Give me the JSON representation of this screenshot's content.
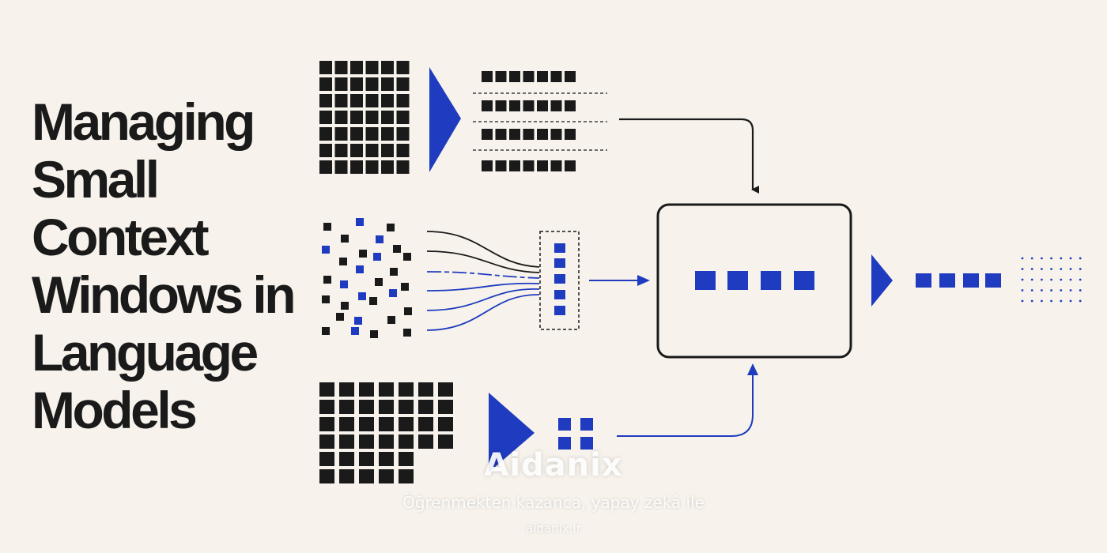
{
  "title_lines": [
    "Managing",
    "Small",
    "Context",
    "Windows in",
    "Language",
    "Models"
  ],
  "watermark": {
    "brand": "Aidanix",
    "tagline": "Öğrenmekten kazanca, yapay zekâ ile",
    "url": "aidanix.ir"
  },
  "colors": {
    "background": "#f7f3ec",
    "ink": "#1a1a1a",
    "accent": "#1f3bbf"
  }
}
